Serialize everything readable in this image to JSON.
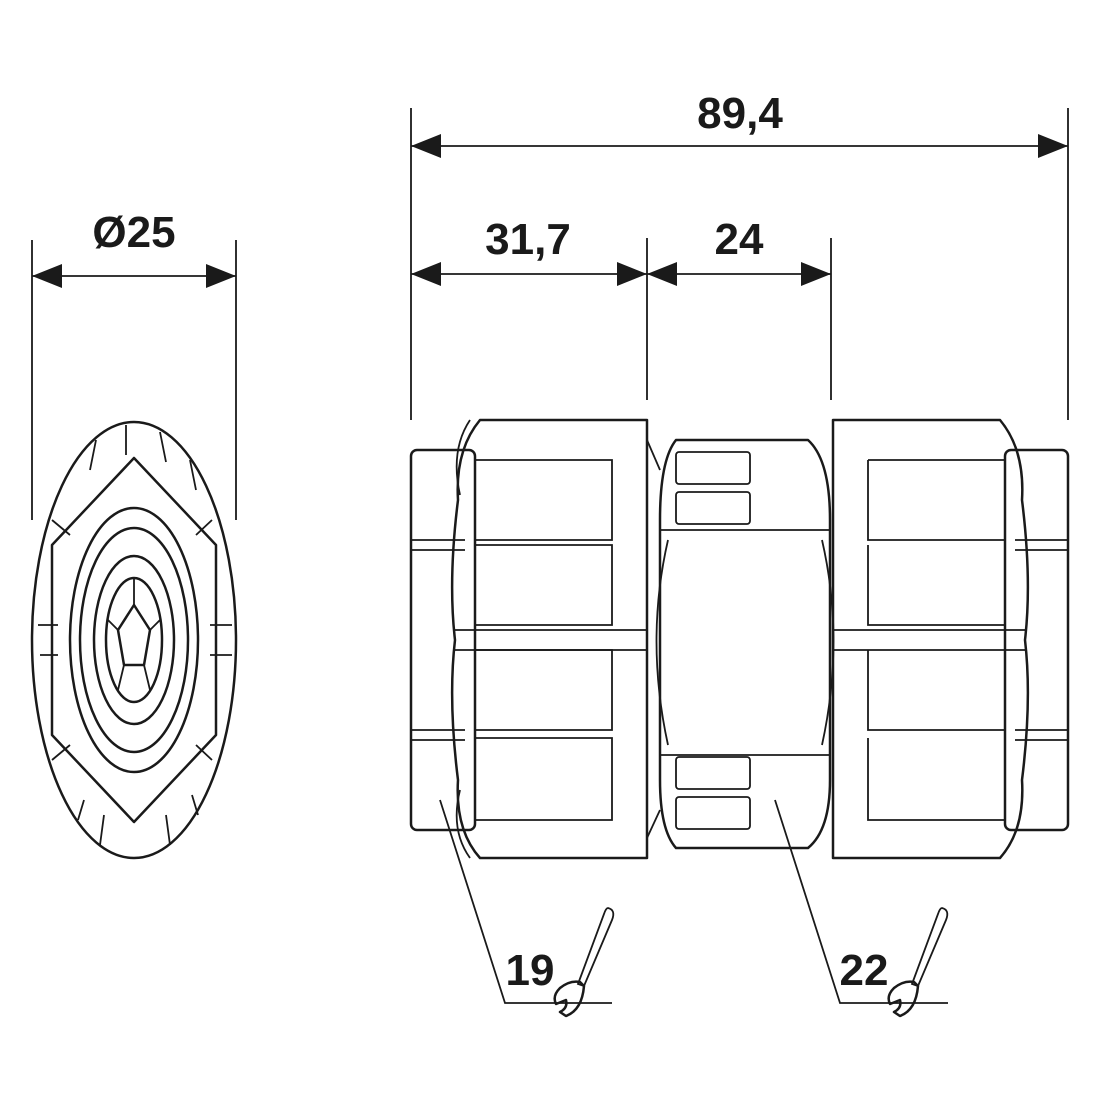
{
  "dimensions": {
    "diameter": "Ø25",
    "overall_length": "89,4",
    "left_section": "31,7",
    "middle_section": "24"
  },
  "wrench_sizes": {
    "left": "19",
    "right": "22"
  },
  "icons": {
    "wrench": "wrench-icon"
  },
  "colors": {
    "line": "#1a1a1a",
    "background": "#ffffff"
  }
}
